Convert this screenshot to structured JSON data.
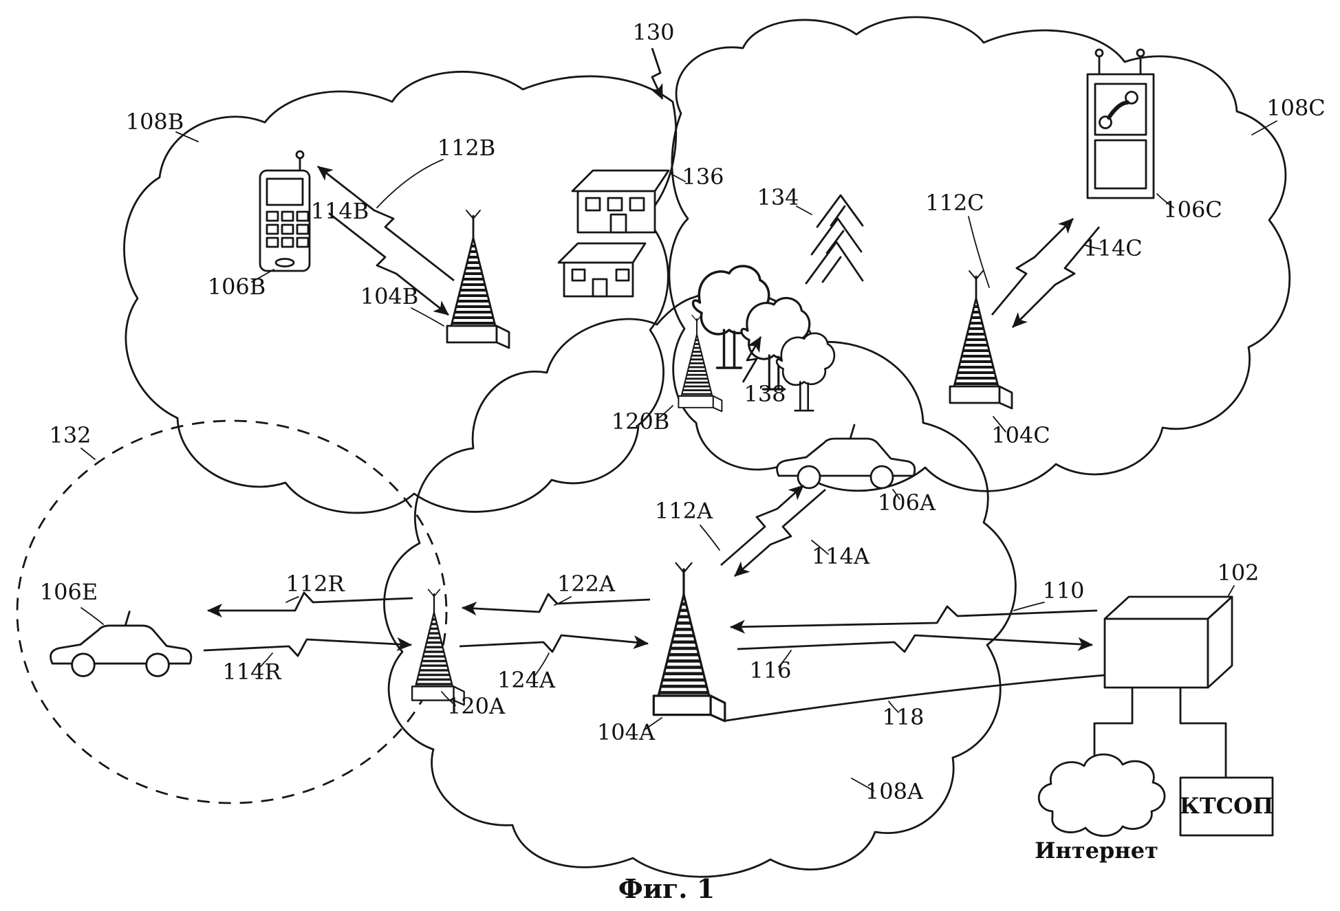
{
  "figure": {
    "caption": "Фиг. 1"
  },
  "labels": {
    "n130": "130",
    "n108B": "108B",
    "n108C": "108C",
    "n108A": "108A",
    "n132": "132",
    "n112B": "112B",
    "n114B": "114B",
    "n106B": "106B",
    "n104B": "104B",
    "n136": "136",
    "n134": "134",
    "n138": "138",
    "n112C": "112C",
    "n114C": "114C",
    "n106C": "106C",
    "n104C": "104C",
    "n120B": "120B",
    "n106A": "106A",
    "n112A": "112A",
    "n114A": "114A",
    "n104A": "104A",
    "n120A": "120A",
    "n106E": "106E",
    "n112R": "112R",
    "n114R": "114R",
    "n122A": "122A",
    "n124A": "124A",
    "n110": "110",
    "n116": "116",
    "n102": "102",
    "n118": "118",
    "internet": "Интернет",
    "pstn": "КТСОП"
  },
  "elements": {
    "cells": [
      "108B",
      "108C",
      "108A"
    ],
    "relay_region": "132",
    "base_station_towers": [
      "104A",
      "104B",
      "104C",
      "120A",
      "120B"
    ],
    "terminals": [
      "106A",
      "106B",
      "106C",
      "106E"
    ],
    "core_network_node": "102",
    "ink_color": "#161616",
    "paper_color": "#ffffff"
  }
}
